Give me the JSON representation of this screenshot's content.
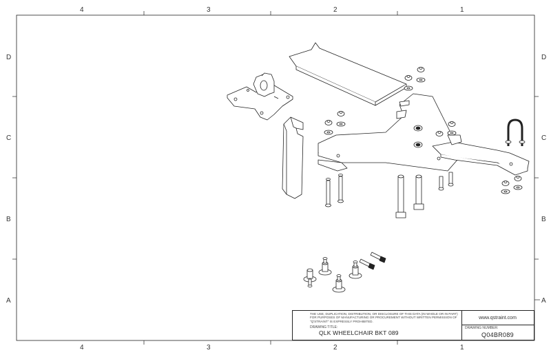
{
  "border": {
    "columns_top": [
      "4",
      "3",
      "2",
      "1"
    ],
    "columns_bottom": [
      "4",
      "3",
      "2",
      "1"
    ],
    "rows_left": [
      "D",
      "C",
      "B",
      "A"
    ],
    "rows_right": [
      "D",
      "C",
      "B",
      "A"
    ]
  },
  "title_block": {
    "notice": "THE USE, DUPLICATION, DISTRIBUTION, OR DISCLOSURE OF THIS DATA (IN WHOLE OR IN PART) FOR PURPOSES OF MANUFACTURING OR PROCUREMENT WITHOUT WRITTEN PERMISSION OF \"Q'STRAINT\" IS EXPRESSLY PROHIBITED.",
    "drawing_title_label": "DRAWING TITLE:",
    "drawing_title": "QLK WHEELCHAIR BKT 089",
    "website": "www.qstraint.com",
    "drawing_number_label": "DRAWING NUMBER:",
    "drawing_number": "Q04BR089"
  },
  "colors": {
    "line": "#222222",
    "paper": "#ffffff"
  },
  "parts": [
    "long-plate",
    "mount-plate",
    "clip-plate",
    "main-bracket",
    "u-bolt",
    "nuts",
    "washers",
    "bolts",
    "shoulder-bolts"
  ]
}
